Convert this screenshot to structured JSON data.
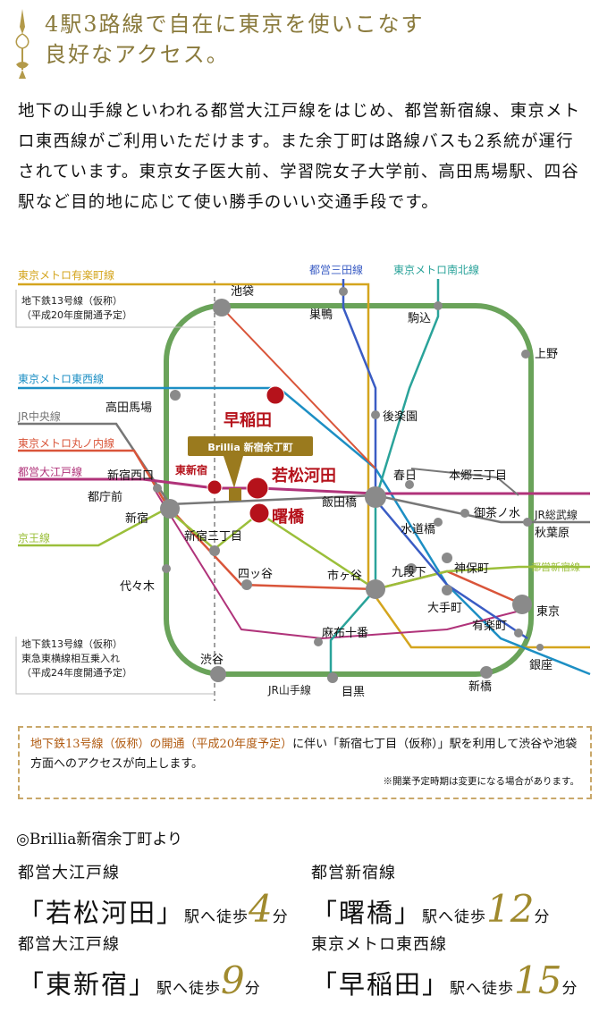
{
  "headline": [
    "4駅3路線で自在に東京を使いこなす",
    "良好なアクセス。"
  ],
  "intro": "地下の山手線といわれる都営大江戸線をはじめ、都営新宿線、東京メトロ東西線がご利用いただけます。また余丁町は路線バスも2系統が運行されています。東京女子医大前、学習院女子大学前、高田馬場駅、四谷駅など目的地に応じて使い勝手のいい交通手段です。",
  "map": {
    "colors": {
      "yamanote": "#6aa35a",
      "oedo": "#b0337a",
      "shinjuku_line": "#9bbf3a",
      "tozai": "#1d8fc4",
      "marunouchi": "#d9553a",
      "yurakucho": "#d4a51e",
      "chuo": "#777777",
      "mita": "#3a5cc4",
      "namboku": "#2aa39a",
      "fukutoshin": "#a0a0a0",
      "station": "#8a8a8a",
      "highlight": "#b5121b",
      "property": "#9a7a1e"
    },
    "line_labels": {
      "yurakucho": "東京メトロ有楽町線",
      "fukutoshin_1": "地下鉄13号線（仮称）",
      "fukutoshin_2": "（平成20年度開通予定）",
      "tozai": "東京メトロ東西線",
      "chuo": "JR中央線",
      "marunouchi": "東京メトロ丸ノ内線",
      "oedo": "都営大江戸線",
      "keio": "京王線",
      "mita": "都営三田線",
      "namboku": "東京メトロ南北線",
      "sobu": "JR総武線",
      "shinjuku_line": "都営新宿線",
      "yamanote": "JR山手線",
      "tokyu_1": "地下鉄13号線（仮称）",
      "tokyu_2": "東急東横線相互乗入れ",
      "tokyu_3": "（平成24年度開通予定）"
    },
    "stations": {
      "ikebukuro": "池袋",
      "sugamo": "巣鴨",
      "komagome": "駒込",
      "ueno": "上野",
      "takadanobaba": "高田馬場",
      "korakuen": "後楽園",
      "kasuga": "春日",
      "hongo": "本郷三丁目",
      "shinjuku_nishiguchi": "新宿西口",
      "tochomae": "都庁前",
      "shinjuku": "新宿",
      "shinjuku_sanchome": "新宿三丁目",
      "iidabashi": "飯田橋",
      "suidobashi": "水道橋",
      "ochanomizu": "御茶ノ水",
      "akihabara": "秋葉原",
      "yoyogi": "代々木",
      "yotsuya": "四ッ谷",
      "ichigaya": "市ヶ谷",
      "kudanshita": "九段下",
      "jimbocho": "神保町",
      "otemachi": "大手町",
      "yurakucho": "有楽町",
      "tokyo": "東京",
      "ginza": "銀座",
      "shinbashi": "新橋",
      "shibuya": "渋谷",
      "azabu": "麻布十番",
      "meguro": "目黒"
    },
    "highlighted": {
      "waseda": "早稲田",
      "wakamatsu": "若松河田",
      "akebonobashi": "曙橋",
      "higashi_shinjuku": "東新宿"
    },
    "property": "Brillia 新宿余丁町"
  },
  "note": {
    "highlight": "地下鉄13号線（仮称）の開通（平成20年度予定）",
    "rest": "に伴い「新宿七丁目（仮称）」駅を利用して渋谷や池袋方面へのアクセスが向上します。",
    "small": "※開業予定時期は変更になる場合があります。"
  },
  "from_label": "◎Brillia新宿余丁町より",
  "access": [
    {
      "line": "都営大江戸線",
      "station": "「若松河田」",
      "walk": "駅へ徒歩",
      "minutes": "4",
      "unit": "分"
    },
    {
      "line": "都営新宿線",
      "station": "「曙橋」",
      "walk": "駅へ徒歩",
      "minutes": "12",
      "unit": "分"
    },
    {
      "line": "都営大江戸線",
      "station": "「東新宿」",
      "walk": "駅へ徒歩",
      "minutes": "9",
      "unit": "分"
    },
    {
      "line": "東京メトロ東西線",
      "station": "「早稲田」",
      "walk": "駅へ徒歩",
      "minutes": "15",
      "unit": "分"
    }
  ]
}
